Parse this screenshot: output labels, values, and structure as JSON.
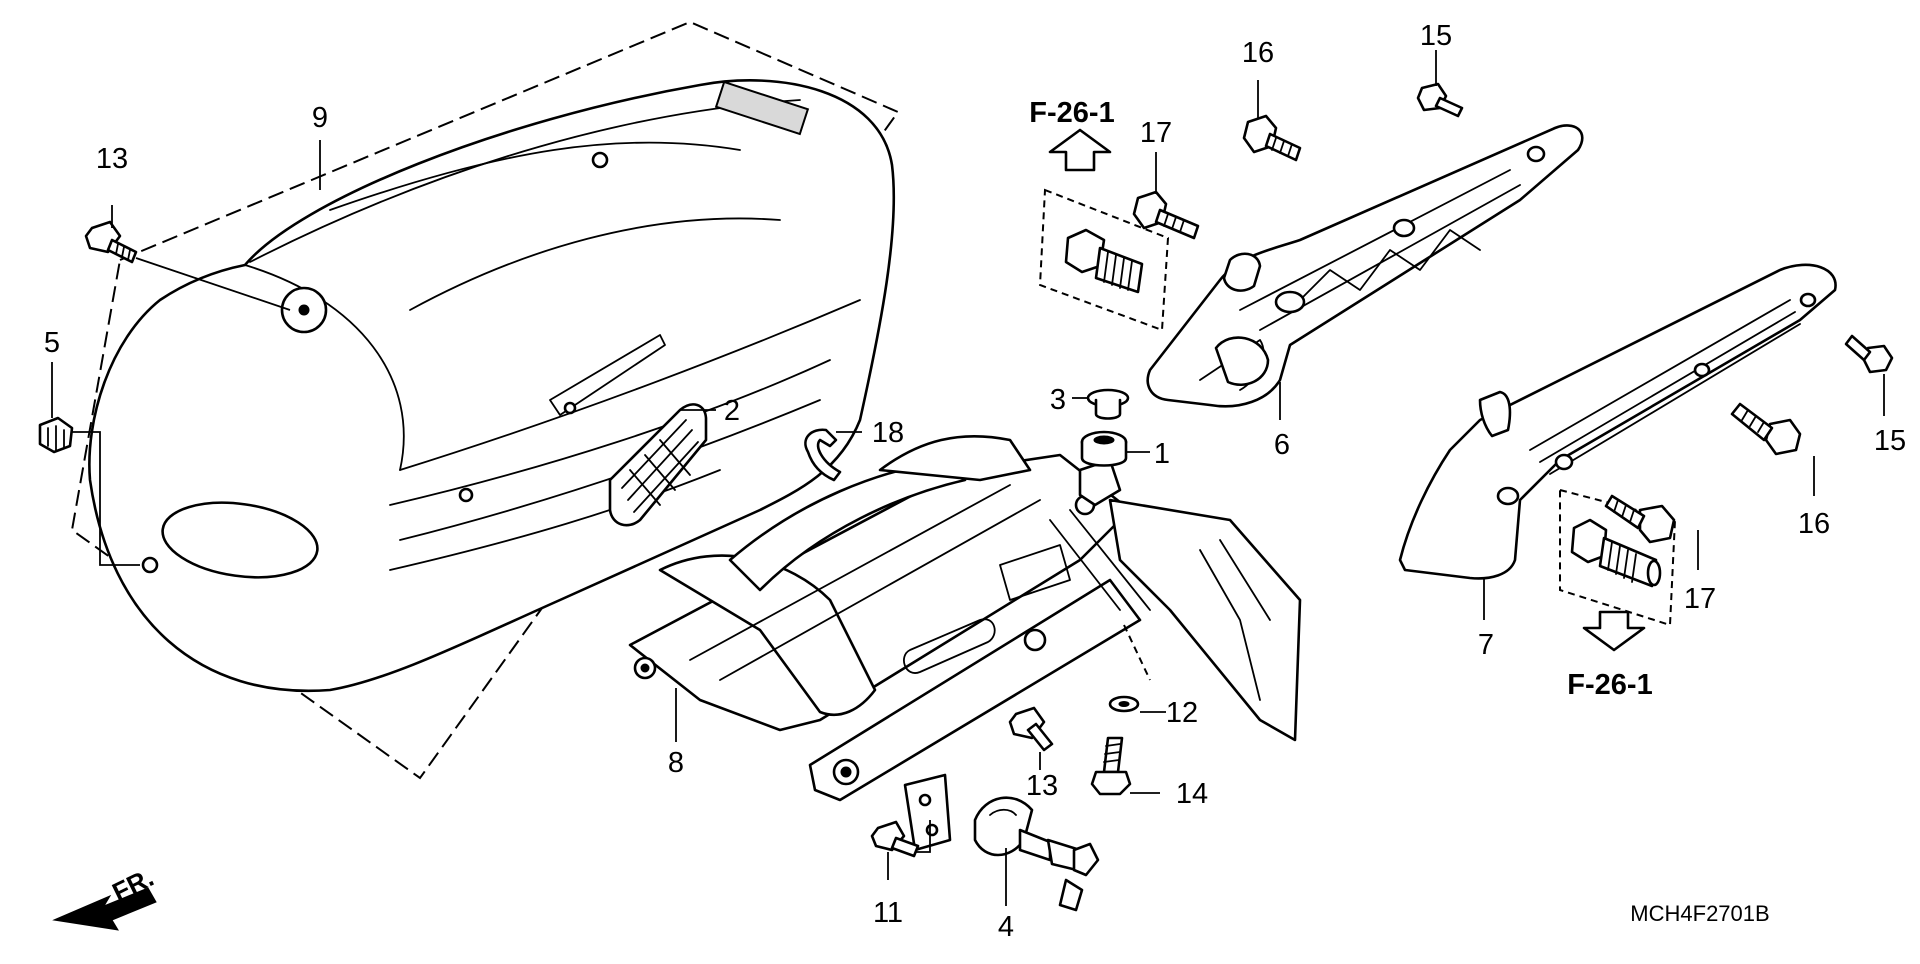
{
  "diagram": {
    "part_labels": [
      {
        "id": "1",
        "text": "1"
      },
      {
        "id": "2",
        "text": "2"
      },
      {
        "id": "3",
        "text": "3"
      },
      {
        "id": "4",
        "text": "4"
      },
      {
        "id": "5",
        "text": "5"
      },
      {
        "id": "6",
        "text": "6"
      },
      {
        "id": "7",
        "text": "7"
      },
      {
        "id": "8",
        "text": "8"
      },
      {
        "id": "9",
        "text": "9"
      },
      {
        "id": "11",
        "text": "11"
      },
      {
        "id": "12",
        "text": "12"
      },
      {
        "id": "13a",
        "text": "13"
      },
      {
        "id": "13b",
        "text": "13"
      },
      {
        "id": "14",
        "text": "14"
      },
      {
        "id": "15a",
        "text": "15"
      },
      {
        "id": "15b",
        "text": "15"
      },
      {
        "id": "16a",
        "text": "16"
      },
      {
        "id": "16b",
        "text": "16"
      },
      {
        "id": "17a",
        "text": "17"
      },
      {
        "id": "17b",
        "text": "17"
      },
      {
        "id": "18",
        "text": "18"
      }
    ],
    "references": {
      "top": "F-26-1",
      "bottom": "F-26-1"
    },
    "direction_label": "FR.",
    "diagram_code": "MCH4F2701B"
  }
}
